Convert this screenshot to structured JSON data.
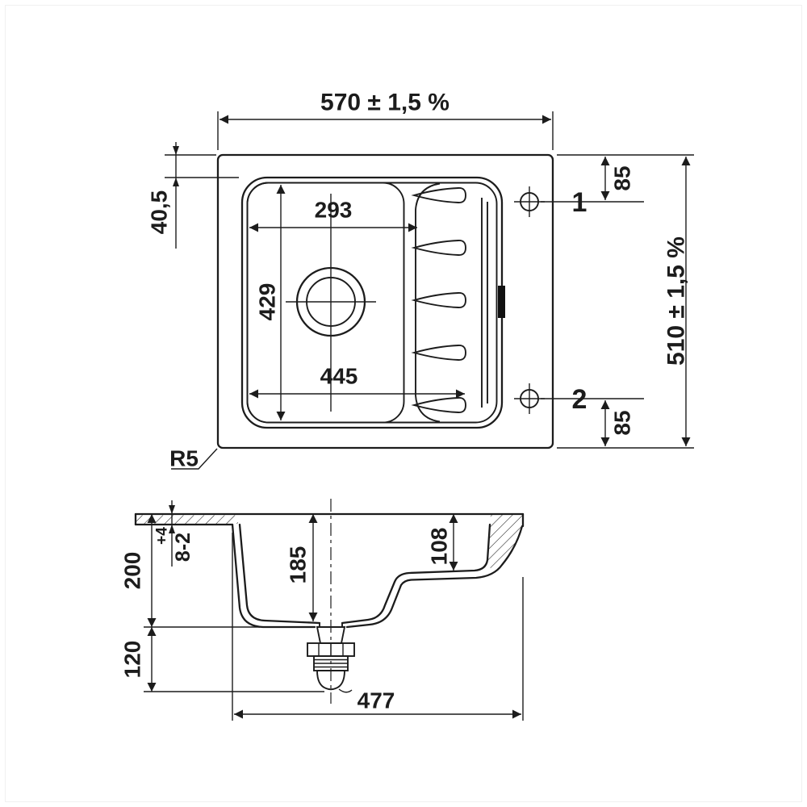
{
  "top_view": {
    "width_dim": "570 ± 1,5 %",
    "height_dim": "510 ± 1,5 %",
    "rim_offset_dim": "40,5",
    "bowl_top_width_dim": "293",
    "bowl_height_dim": "429",
    "opening_width_dim": "445",
    "hole_1_label": "1",
    "hole_2_label": "2",
    "hole_1_offset_dim": "85",
    "hole_2_offset_dim": "85",
    "corner_radius_label": "R5"
  },
  "section_view": {
    "overall_depth_dim": "200",
    "flange_tolerance_upper": "+4",
    "flange_thickness_dim": "8-2",
    "bowl_depth_dim": "185",
    "drainer_depth_dim": "108",
    "drain_height_dim": "120",
    "base_width_dim": "477"
  },
  "colors": {
    "line": "#1c1c1c",
    "background": "#ffffff"
  }
}
